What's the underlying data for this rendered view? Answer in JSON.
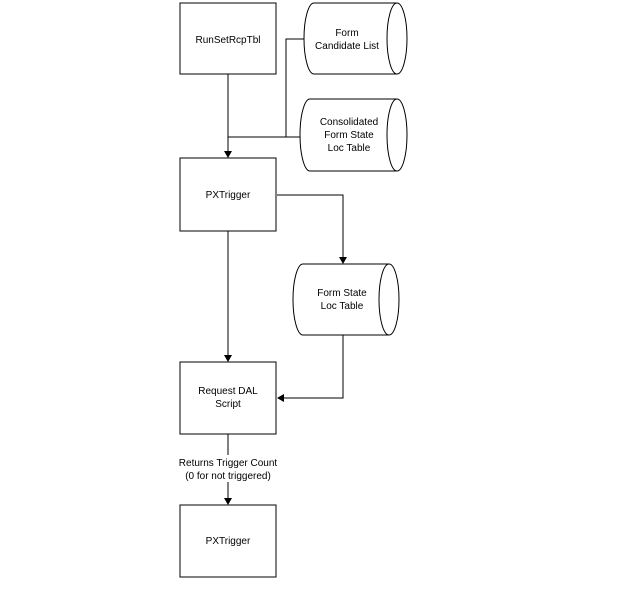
{
  "nodes": {
    "runset": {
      "label": "RunSetRcpTbl"
    },
    "form_candidate": {
      "lines": [
        "Form",
        "Candidate List"
      ]
    },
    "consolidated": {
      "lines": [
        "Consolidated",
        "Form State",
        "Loc Table"
      ]
    },
    "pxtrigger_top": {
      "label": "PXTrigger"
    },
    "form_state": {
      "lines": [
        "Form State",
        "Loc Table"
      ]
    },
    "request_dal": {
      "lines": [
        "Request DAL",
        "Script"
      ]
    },
    "pxtrigger_bottom": {
      "label": "PXTrigger"
    }
  },
  "edges": {
    "returns_label": {
      "lines": [
        "Returns Trigger Count",
        "(0 for not triggered)"
      ]
    }
  },
  "colors": {
    "stroke": "#000000",
    "fill": "#ffffff"
  }
}
